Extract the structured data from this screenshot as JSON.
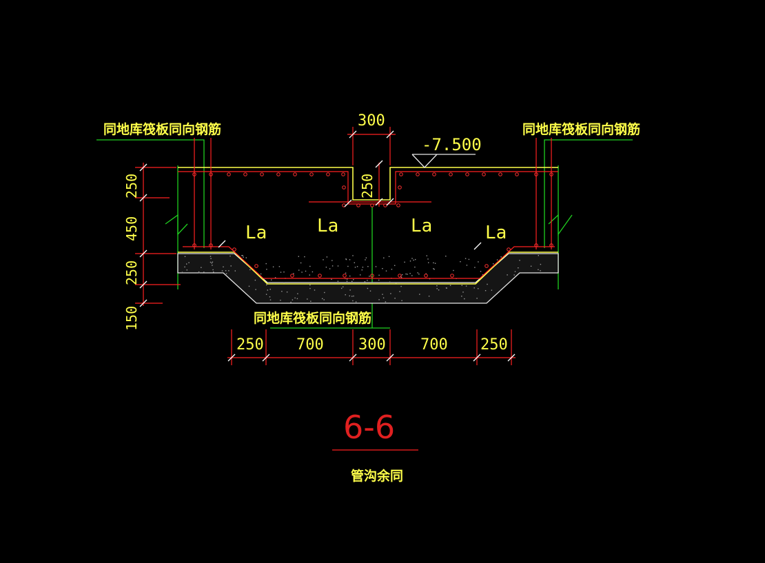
{
  "drawing": {
    "section_label": "6-6",
    "note": "管沟余同",
    "elevation": "-7.500",
    "callouts": {
      "top_left": "同地库筏板同向钢筋",
      "top_right": "同地库筏板同向钢筋",
      "bottom_center": "同地库筏板同向钢筋"
    },
    "anchor_labels": [
      "La",
      "La",
      "La",
      "La"
    ],
    "dims_top": {
      "slot_width": "300",
      "slot_depth": "250"
    },
    "dims_vertical": [
      "250",
      "450",
      "250",
      "150"
    ],
    "dims_bottom": [
      "250",
      "700",
      "300",
      "700",
      "250"
    ],
    "colors": {
      "background": "#000000",
      "text": "#ffff4a",
      "dimension": "#ff2020",
      "extension": "#20d020",
      "outline": "#ffff4a",
      "concrete": "#e8e8e8"
    }
  }
}
